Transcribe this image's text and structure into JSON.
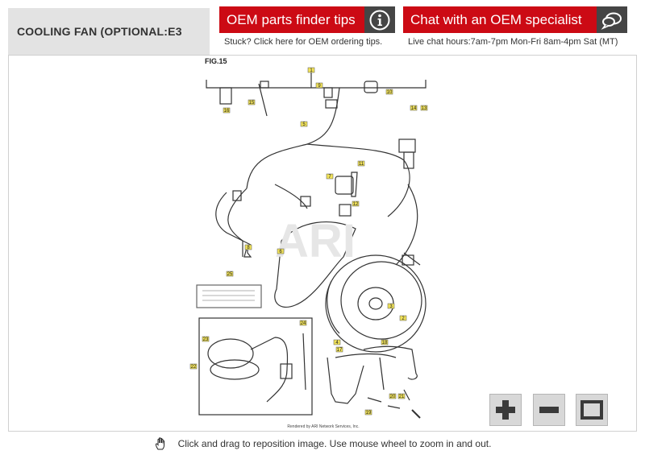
{
  "section": {
    "title": "COOLING FAN (OPTIONAL:E3"
  },
  "oem_tips": {
    "label": "OEM parts finder tips",
    "sub": "Stuck? Click here for OEM ordering tips."
  },
  "chat": {
    "label": "Chat with an OEM specialist",
    "sub": "Live chat hours:7am-7pm Mon-Fri 8am-4pm Sat (MT)"
  },
  "diagram": {
    "fig_label": "FIG.15",
    "watermark": "ARI",
    "credit": "Rendered by ARI Network Services, Inc.",
    "callouts": [
      "1",
      "2",
      "3",
      "4",
      "5",
      "6",
      "7",
      "8",
      "9",
      "10",
      "11",
      "12",
      "13",
      "14",
      "15",
      "16",
      "17",
      "18",
      "19",
      "20",
      "21",
      "22",
      "23",
      "24",
      "25"
    ]
  },
  "zoom": {
    "in_icon": "plus-icon",
    "out_icon": "minus-icon",
    "reset_icon": "square-icon"
  },
  "footer": {
    "hint": "Click and drag to reposition image. Use mouse wheel to zoom in and out."
  },
  "colors": {
    "brand_red": "#cc0a14",
    "icon_dark": "#454545",
    "tab_grey": "#e3e3e3",
    "callout_yellow": "#f2e35a"
  }
}
